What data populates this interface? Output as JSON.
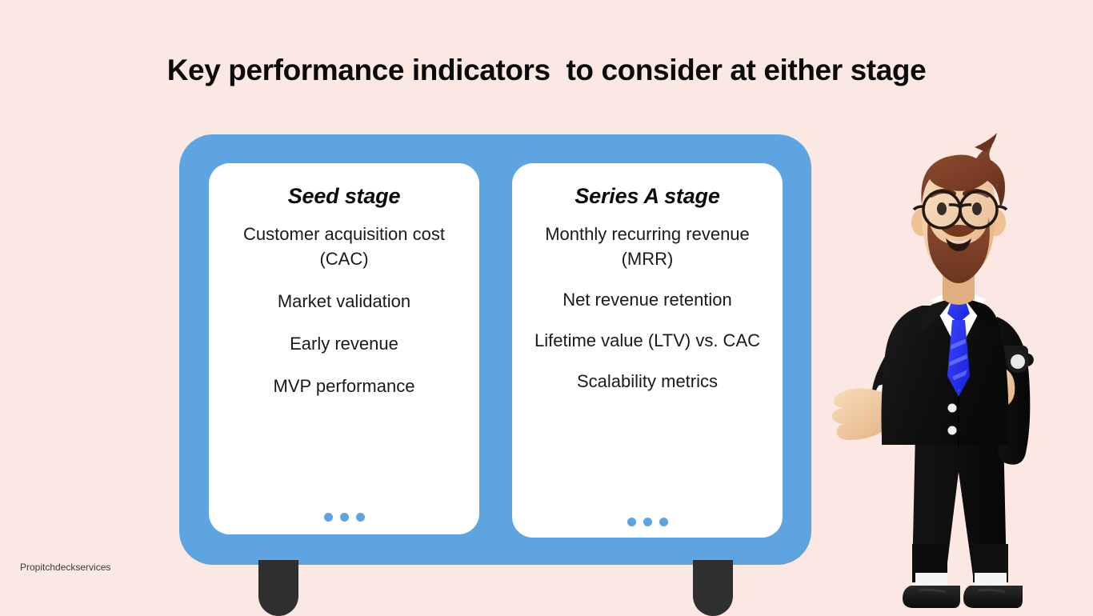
{
  "slide": {
    "title": "Key performance indicators  to consider at either stage",
    "background_color": "#FCE8E2",
    "accent_color": "#5EA4E1",
    "watermark": "Propitchdeckservices"
  },
  "board": {
    "frame_color": "#5EA4E1",
    "leg_color": "#2F2F2F",
    "legs": [
      "left-leg",
      "right-leg"
    ]
  },
  "cards": [
    {
      "id": "seed-stage",
      "heading": "Seed stage",
      "metrics": [
        "Customer acquisition cost (CAC)",
        "Market validation",
        "Early revenue",
        "MVP performance"
      ],
      "dots": 3
    },
    {
      "id": "series-a-stage",
      "heading": "Series A stage",
      "metrics": [
        "Monthly recurring revenue (MRR)",
        "Net revenue retention",
        "Lifetime value (LTV) vs. CAC",
        "Scalability metrics"
      ],
      "dots": 3
    }
  ],
  "character": {
    "description": "3d-businessman-presenter",
    "hair_color": "#7B3F2A",
    "skin_color": "#F2C9A0",
    "suit_color": "#131313",
    "shirt_color": "#FFFFFF",
    "tie_color": "#2432E8"
  }
}
